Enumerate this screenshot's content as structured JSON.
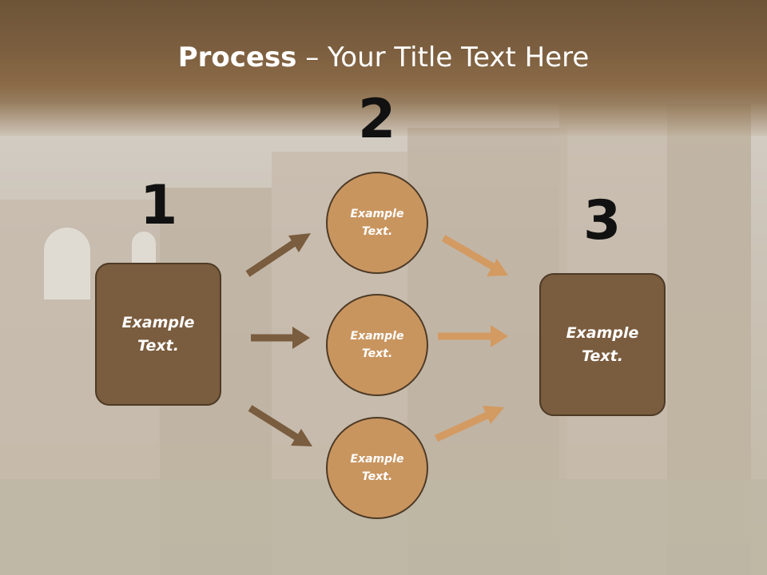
{
  "slide": {
    "title_bold": "Process",
    "title_rest": " – Your Title Text Here",
    "steps": {
      "one": "1",
      "two": "2",
      "three": "3"
    },
    "left_box": "Example Text.",
    "right_box": "Example Text.",
    "circles": [
      "Example Text.",
      "Example Text.",
      "Example Text."
    ]
  },
  "colors": {
    "title_bar": "#7b5e3f",
    "box_fill": "#7a5c3e",
    "circle_fill": "#c9955f",
    "arrow_dark": "#7a5c3e",
    "arrow_light": "#d39a62",
    "number_text": "#111111"
  }
}
